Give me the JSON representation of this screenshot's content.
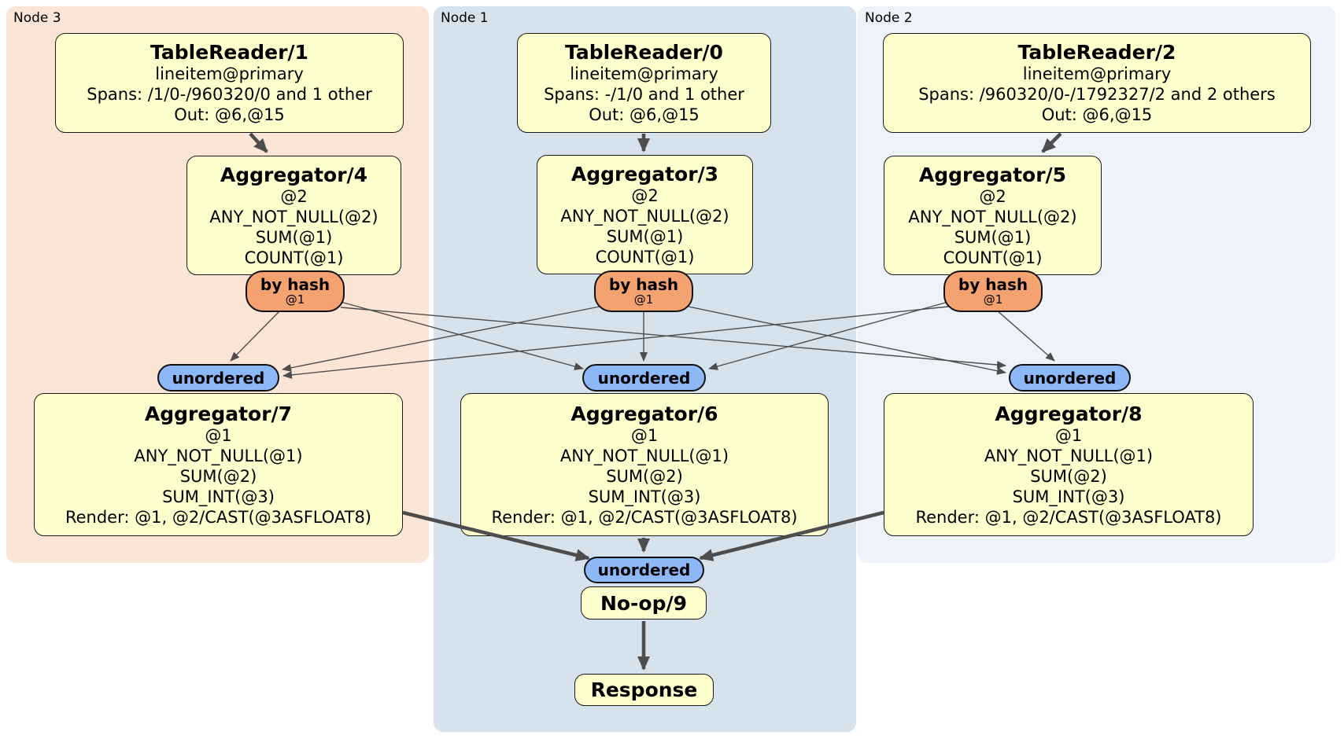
{
  "diagram": {
    "panels": [
      {
        "id": "node3",
        "label": "Node 3"
      },
      {
        "id": "node1",
        "label": "Node 1"
      },
      {
        "id": "node2",
        "label": "Node 2"
      }
    ],
    "routers": {
      "hash_label": "by hash",
      "hash_detail": "@1",
      "merge_label": "unordered"
    },
    "processors": {
      "tr1": {
        "title": "TableReader/1",
        "lines": [
          "lineitem@primary",
          "Spans: /1/0-/960320/0 and 1 other",
          "Out: @6,@15"
        ]
      },
      "tr0": {
        "title": "TableReader/0",
        "lines": [
          "lineitem@primary",
          "Spans: -/1/0 and 1 other",
          "Out: @6,@15"
        ]
      },
      "tr2": {
        "title": "TableReader/2",
        "lines": [
          "lineitem@primary",
          "Spans: /960320/0-/1792327/2 and 2 others",
          "Out: @6,@15"
        ]
      },
      "agg4": {
        "title": "Aggregator/4",
        "lines": [
          "@2",
          "ANY_NOT_NULL(@2)",
          "SUM(@1)",
          "COUNT(@1)"
        ]
      },
      "agg3": {
        "title": "Aggregator/3",
        "lines": [
          "@2",
          "ANY_NOT_NULL(@2)",
          "SUM(@1)",
          "COUNT(@1)"
        ]
      },
      "agg5": {
        "title": "Aggregator/5",
        "lines": [
          "@2",
          "ANY_NOT_NULL(@2)",
          "SUM(@1)",
          "COUNT(@1)"
        ]
      },
      "agg7": {
        "title": "Aggregator/7",
        "lines": [
          "@1",
          "ANY_NOT_NULL(@1)",
          "SUM(@2)",
          "SUM_INT(@3)",
          "Render: @1, @2/CAST(@3ASFLOAT8)"
        ]
      },
      "agg6": {
        "title": "Aggregator/6",
        "lines": [
          "@1",
          "ANY_NOT_NULL(@1)",
          "SUM(@2)",
          "SUM_INT(@3)",
          "Render: @1, @2/CAST(@3ASFLOAT8)"
        ]
      },
      "agg8": {
        "title": "Aggregator/8",
        "lines": [
          "@1",
          "ANY_NOT_NULL(@1)",
          "SUM(@2)",
          "SUM_INT(@3)",
          "Render: @1, @2/CAST(@3ASFLOAT8)"
        ]
      },
      "noop": {
        "title": "No-op/9"
      },
      "response": {
        "title": "Response"
      }
    },
    "edges": [
      {
        "from": "TableReader/1",
        "to": "Aggregator/4"
      },
      {
        "from": "TableReader/0",
        "to": "Aggregator/3"
      },
      {
        "from": "TableReader/2",
        "to": "Aggregator/5"
      },
      {
        "from": "Aggregator/4 by hash",
        "to": "unordered node3"
      },
      {
        "from": "Aggregator/4 by hash",
        "to": "unordered node1"
      },
      {
        "from": "Aggregator/4 by hash",
        "to": "unordered node2"
      },
      {
        "from": "Aggregator/3 by hash",
        "to": "unordered node3"
      },
      {
        "from": "Aggregator/3 by hash",
        "to": "unordered node1"
      },
      {
        "from": "Aggregator/3 by hash",
        "to": "unordered node2"
      },
      {
        "from": "Aggregator/5 by hash",
        "to": "unordered node3"
      },
      {
        "from": "Aggregator/5 by hash",
        "to": "unordered node1"
      },
      {
        "from": "Aggregator/5 by hash",
        "to": "unordered node2"
      },
      {
        "from": "Aggregator/7",
        "to": "unordered final"
      },
      {
        "from": "Aggregator/6",
        "to": "unordered final"
      },
      {
        "from": "Aggregator/8",
        "to": "unordered final"
      },
      {
        "from": "No-op/9",
        "to": "Response"
      }
    ],
    "colors": {
      "panel_node3": "#fbe5d6",
      "panel_node1": "#d7e3ec",
      "panel_node2": "#edf2fb",
      "processor_fill": "#ffffce",
      "hash_router_fill": "#f5a271",
      "merge_fill": "#8cb8f8",
      "edge": "#4d4d4d"
    }
  }
}
